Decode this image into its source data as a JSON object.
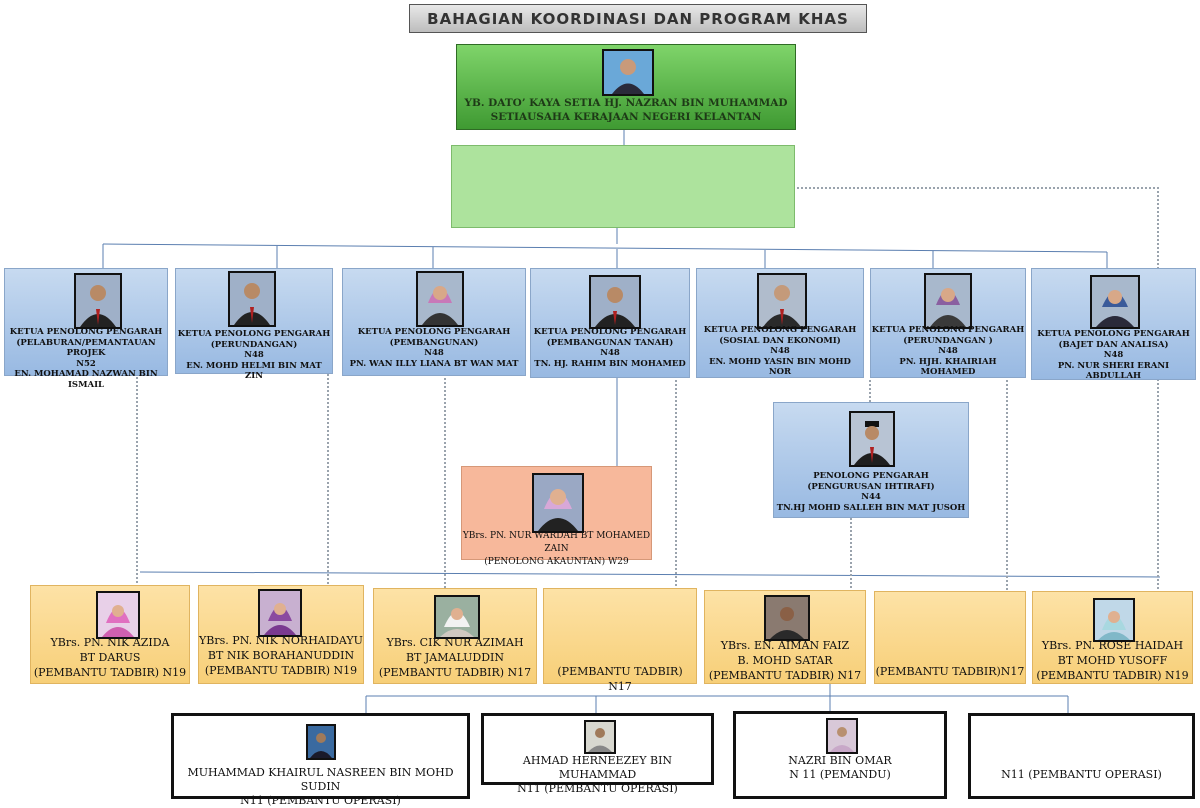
{
  "title": "BAHAGIAN KOORDINASI DAN PROGRAM KHAS",
  "top": {
    "line1": "YB. DATO’ KAYA SETIA HJ. NAZRAN BIN MUHAMMAD",
    "line2": "SETIAUSAHA KERAJAAN NEGERI KELANTAN"
  },
  "ketua": [
    {
      "line1": "KETUA PENOLONG PENGARAH",
      "line2": "(PELABURAN/PEMANTAUAN PROJEK",
      "grade": "N52",
      "name": "EN. MOHAMAD NAZWAN BIN ISMAIL"
    },
    {
      "line1": "KETUA PENOLONG PENGARAH",
      "line2": "(PERUNDANGAN)",
      "grade": "N48",
      "name": "EN. MOHD HELMI BIN MAT ZIN"
    },
    {
      "line1": "KETUA PENOLONG PENGARAH",
      "line2": "(PEMBANGUNAN)",
      "grade": "N48",
      "name": "PN. WAN ILLY LIANA BT WAN MAT"
    },
    {
      "line1": "KETUA PENOLONG PENGARAH",
      "line2": "(PEMBANGUNAN TANAH)",
      "grade": "N48",
      "name": "TN. HJ. RAHIM BIN MOHAMED"
    },
    {
      "line1": "KETUA PENOLONG PENGARAH",
      "line2": "(SOSIAL DAN EKONOMI)",
      "grade": "N48",
      "name": "EN. MOHD YASIN BIN MOHD NOR"
    },
    {
      "line1": "KETUA PENOLONG PENGARAH",
      "line2": "(PERUNDANGAN )",
      "grade": "N48",
      "name": "PN. HJH. KHAIRIAH MOHAMED"
    },
    {
      "line1": "KETUA PENOLONG PENGARAH",
      "line2": "(BAJET DAN ANALISA)",
      "grade": "N48",
      "name": "PN. NUR SHERI ERANI ABDULLAH"
    }
  ],
  "penolong": {
    "line1": "PENOLONG PENGARAH",
    "line2": "(PENGURUSAN IHTIRAFI)",
    "grade": "N44",
    "name": "TN.HJ MOHD SALLEH BIN MAT JUSOH"
  },
  "akauntan": {
    "line1": "YBrs. PN. NUR WARDAH BT MOHAMED ZAIN",
    "line2": "(PENOLONG AKAUNTAN) W29"
  },
  "pembantu": [
    {
      "l1": "YBrs. PN. NIK AZIDA",
      "l2": "BT DARUS",
      "l3": "(PEMBANTU TADBIR) N19"
    },
    {
      "l1": "YBrs. PN. NIK NORHAIDAYU",
      "l2": "BT NIK BORAHANUDDIN",
      "l3": "(PEMBANTU TADBIR) N19"
    },
    {
      "l1": "YBrs. CIK NUR AZIMAH",
      "l2": "BT JAMALUDDIN",
      "l3": "(PEMBANTU TADBIR) N17"
    },
    {
      "l1": "(PEMBANTU TADBIR) N17"
    },
    {
      "l1": "YBrs. EN. AIMAN FAIZ",
      "l2": "B. MOHD SATAR",
      "l3": "(PEMBANTU TADBIR) N17"
    },
    {
      "l1": "(PEMBANTU TADBIR)N17"
    },
    {
      "l1": "YBrs. PN. ROSE HAIDAH",
      "l2": "BT MOHD YUSOFF",
      "l3": "(PEMBANTU TADBIR) N19"
    }
  ],
  "operasi": [
    {
      "l1": "MUHAMMAD KHAIRUL NASREEN BIN MOHD SUDIN",
      "l2": "N11 (PEMBANTU OPERASI)"
    },
    {
      "l1": "AHMAD HERNEEZEY BIN MUHAMMAD",
      "l2": "N11 (PEMBANTU OPERASI)"
    },
    {
      "l1": "NAZRI BIN OMAR",
      "l2": "N 11 (PEMANDU)"
    },
    {
      "l1": "N11 (PEMBANTU OPERASI)"
    }
  ]
}
